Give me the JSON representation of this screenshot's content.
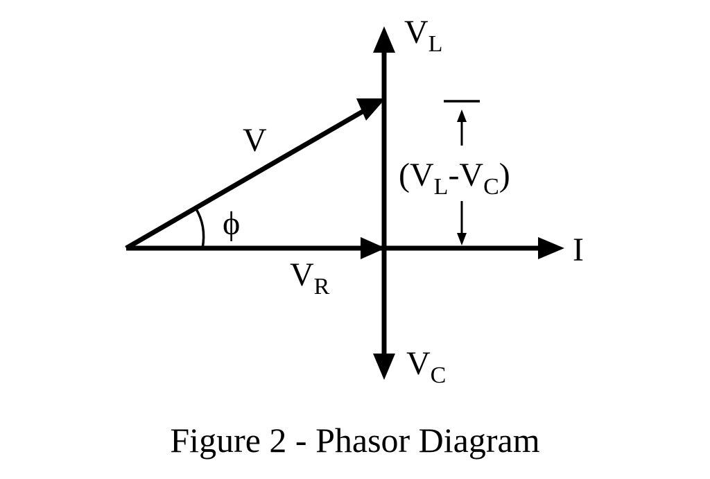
{
  "diagram": {
    "labels": {
      "vl_main": "V",
      "vl_sub": "L",
      "vc_main": "V",
      "vc_sub": "C",
      "v": "V",
      "phi": "ϕ",
      "vr_main": "V",
      "vr_sub": "R",
      "i": "I",
      "diff_open": "(V",
      "diff_sub1": "L",
      "diff_mid": "-V",
      "diff_sub2": "C",
      "diff_close": ")"
    },
    "caption": "Figure 2 - Phasor Diagram"
  }
}
